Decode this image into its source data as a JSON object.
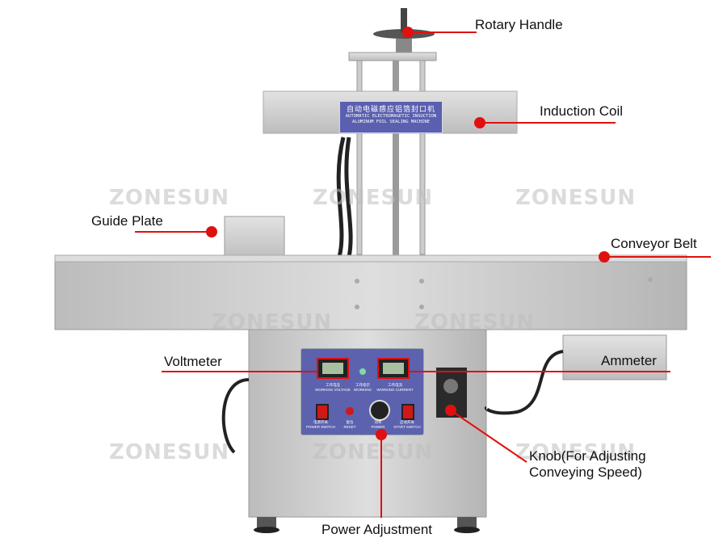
{
  "watermark": "ZONESUN",
  "labels": {
    "rotary_handle": "Rotary Handle",
    "induction_coil": "Induction Coil",
    "guide_plate": "Guide Plate",
    "conveyor_belt": "Conveyor Belt",
    "voltmeter": "Voltmeter",
    "ammeter": "Ammeter",
    "knob_line1": "Knob(For Adjusting",
    "knob_line2": "Conveying Speed)",
    "power_adjustment": "Power Adjustment"
  },
  "nameplate": {
    "chinese": "自动电磁感应铝箔封口机",
    "english_line1": "AUTOMATIC ELECTROMAGETIC INSUCTION",
    "english_line2": "ALUMINUM FOIL SEALING MACHINE"
  },
  "panel": {
    "voltage_cn": "工作电压",
    "voltage_en": "WORKING VOLTAGE",
    "working_cn": "工作指示",
    "working_en": "WORKING",
    "current_cn": "工作电流",
    "current_en": "WORKING CURRENT",
    "power_switch_cn": "电源开关",
    "power_switch_en": "POWER SWITCH",
    "reset_cn": "复位",
    "reset_en": "RESET",
    "power_cn": "功率",
    "power_en": "POWER",
    "start_switch_cn": "启动开关",
    "start_switch_en": "START SWITCH"
  },
  "colors": {
    "callout": "#e01010",
    "panel": "#5c62ae",
    "steel": "#c9c9c9"
  }
}
